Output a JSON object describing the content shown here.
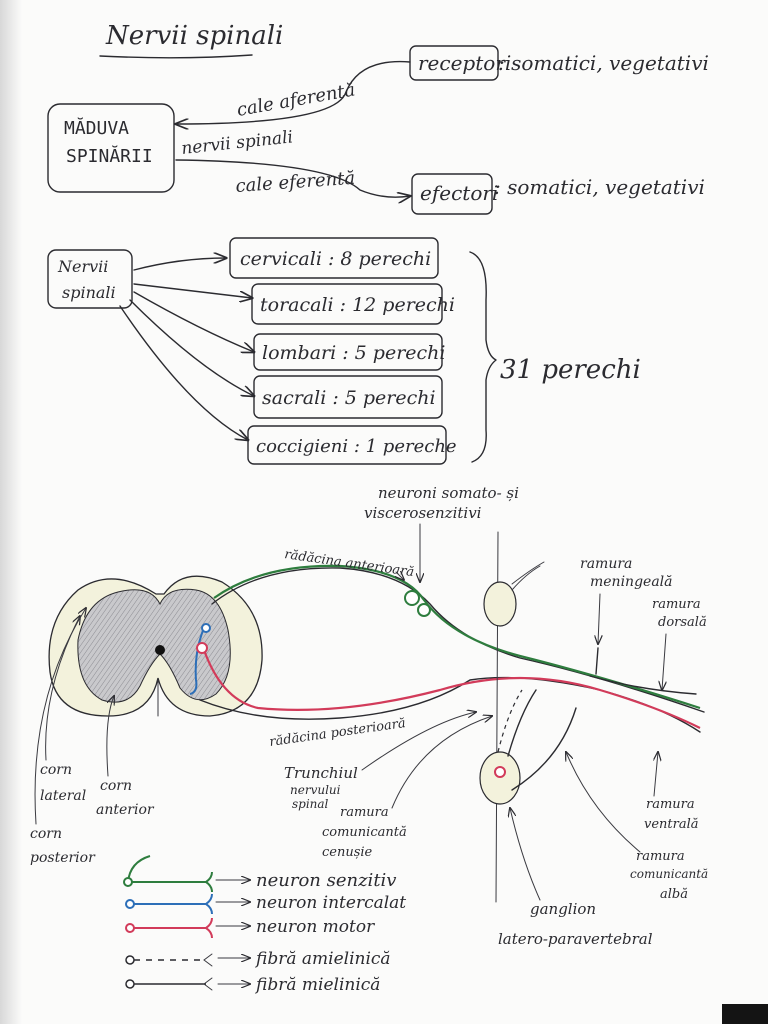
{
  "title": "Nervii spinali",
  "overview": {
    "receptors_box": "receptori",
    "receptors_types": ": somatici, vegetativi",
    "afferent_label": "cale aferentă",
    "spinal_cord_line1": "MĂDUVA",
    "spinal_cord_line2": "SPINĂRII",
    "spinal_nerves_label": "nervii spinali",
    "efferent_label": "cale eferentă",
    "effectors_box": "efectori",
    "effectors_types": ": somatici, vegetativi"
  },
  "classification": {
    "root_line1": "Nervii",
    "root_line2": "spinali",
    "items": [
      {
        "text": "cervicali : 8 perechi"
      },
      {
        "text": "toracali : 12 perechi"
      },
      {
        "text": "lombari : 5 perechi"
      },
      {
        "text": "sacrali : 5 perechi"
      },
      {
        "text": "coccigieni : 1 pereche"
      }
    ],
    "total": "31 perechi"
  },
  "diagram_labels": {
    "sensory_neurons_line1": "neuroni somato- și",
    "sensory_neurons_line2": "viscerosenzitivi",
    "anterior_root": "rădăcina anterioară",
    "meningeal_branch_line1": "ramura",
    "meningeal_branch_line2": "meningeală",
    "dorsal_branch_line1": "ramura",
    "dorsal_branch_line2": "dorsală",
    "posterior_root": "rădăcina posterioară",
    "lateral_horn_line1": "corn",
    "lateral_horn_line2": "lateral",
    "anterior_horn_line1": "corn",
    "anterior_horn_line2": "anterior",
    "posterior_horn_line1": "corn",
    "posterior_horn_line2": "posterior",
    "trunk_line1": "Trunchiul",
    "trunk_line2": "nervului",
    "trunk_line3": "spinal",
    "grey_ramus_line1": "ramura",
    "grey_ramus_line2": "comunicantă",
    "grey_ramus_line3": "cenușie",
    "ventral_branch_line1": "ramura",
    "ventral_branch_line2": "ventrală",
    "white_ramus_line1": "ramura",
    "white_ramus_line2": "comunicantă",
    "white_ramus_line3": "albă",
    "ganglion_line1": "ganglion",
    "ganglion_line2": "latero-paravertebral"
  },
  "legend": [
    {
      "label": "neuron senzitiv",
      "color": "#2e7d3e",
      "style": "solid"
    },
    {
      "label": "neuron intercalat",
      "color": "#2d6fb8",
      "style": "solid"
    },
    {
      "label": "neuron motor",
      "color": "#d23b5a",
      "style": "solid"
    },
    {
      "label": "fibră amielinică",
      "color": "#2b2b30",
      "style": "dashed"
    },
    {
      "label": "fibră mielinică",
      "color": "#2b2b30",
      "style": "solid"
    }
  ],
  "colors": {
    "ink": "#2b2b30",
    "sensory": "#2e7d3e",
    "interneuron": "#2d6fb8",
    "motor": "#d23b5a",
    "grey_matter": "#9a9aa0",
    "white_matter": "#f3f2dc"
  }
}
